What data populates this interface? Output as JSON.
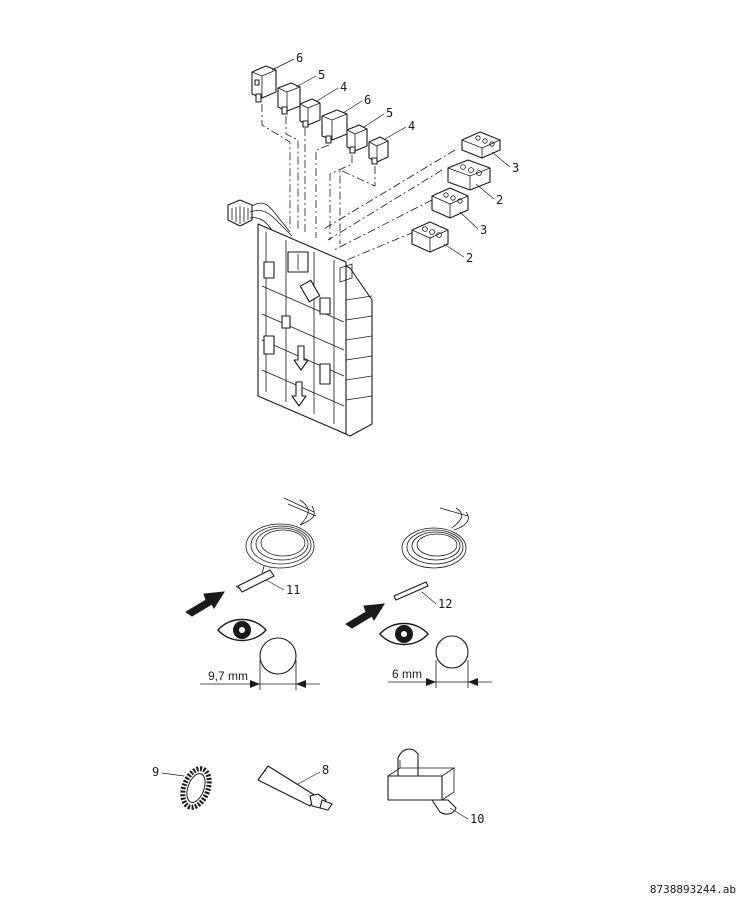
{
  "callouts": {
    "c6a": "6",
    "c5a": "5",
    "c4a": "4",
    "c6b": "6",
    "c5b": "5",
    "c4b": "4",
    "r3a": "3",
    "r2a": "2",
    "r3b": "3",
    "r2b": "2",
    "sensor_left": "11",
    "sensor_right": "12",
    "clip": "9",
    "tube": "8",
    "tape": "10"
  },
  "dimensions": {
    "left_diameter": "9,7 mm",
    "right_diameter": "6 mm"
  },
  "footer": {
    "document_code": "8738893244.ab"
  },
  "icons": {
    "left_eye": "eye-icon",
    "right_eye": "eye-icon",
    "left_arrow": "push-arrow-icon",
    "right_arrow": "push-arrow-icon"
  }
}
